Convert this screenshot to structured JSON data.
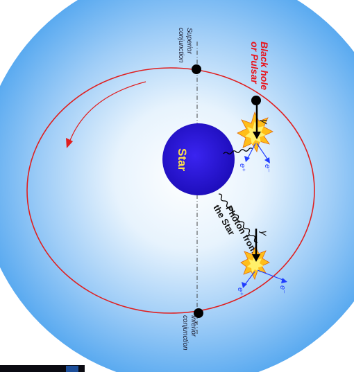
{
  "labels": {
    "black_hole": [
      "Black hole",
      "or Pulsar"
    ],
    "superior": [
      "Superior",
      "conjunction"
    ],
    "inferior": [
      "Inferior",
      "conjunction"
    ],
    "star": "Star",
    "photon": [
      "Photon from",
      "the Star"
    ],
    "gamma": "γ",
    "electron": "e⁻",
    "positron": "e⁺"
  },
  "colors": {
    "halo_inner": "#ffffff",
    "halo_outer": "#5aaaf0",
    "orbit": "#e01e1e",
    "star": "#2a14d6",
    "points": "#000000",
    "electron_arrows": "#1f3cff",
    "label_red": "#e8141c",
    "star_text": "#ffe14a",
    "flare_outer": "#ffbe19",
    "flare_inner": "#fff06a"
  },
  "icons": {
    "bottom_left_strip": "dark-image-strip"
  }
}
